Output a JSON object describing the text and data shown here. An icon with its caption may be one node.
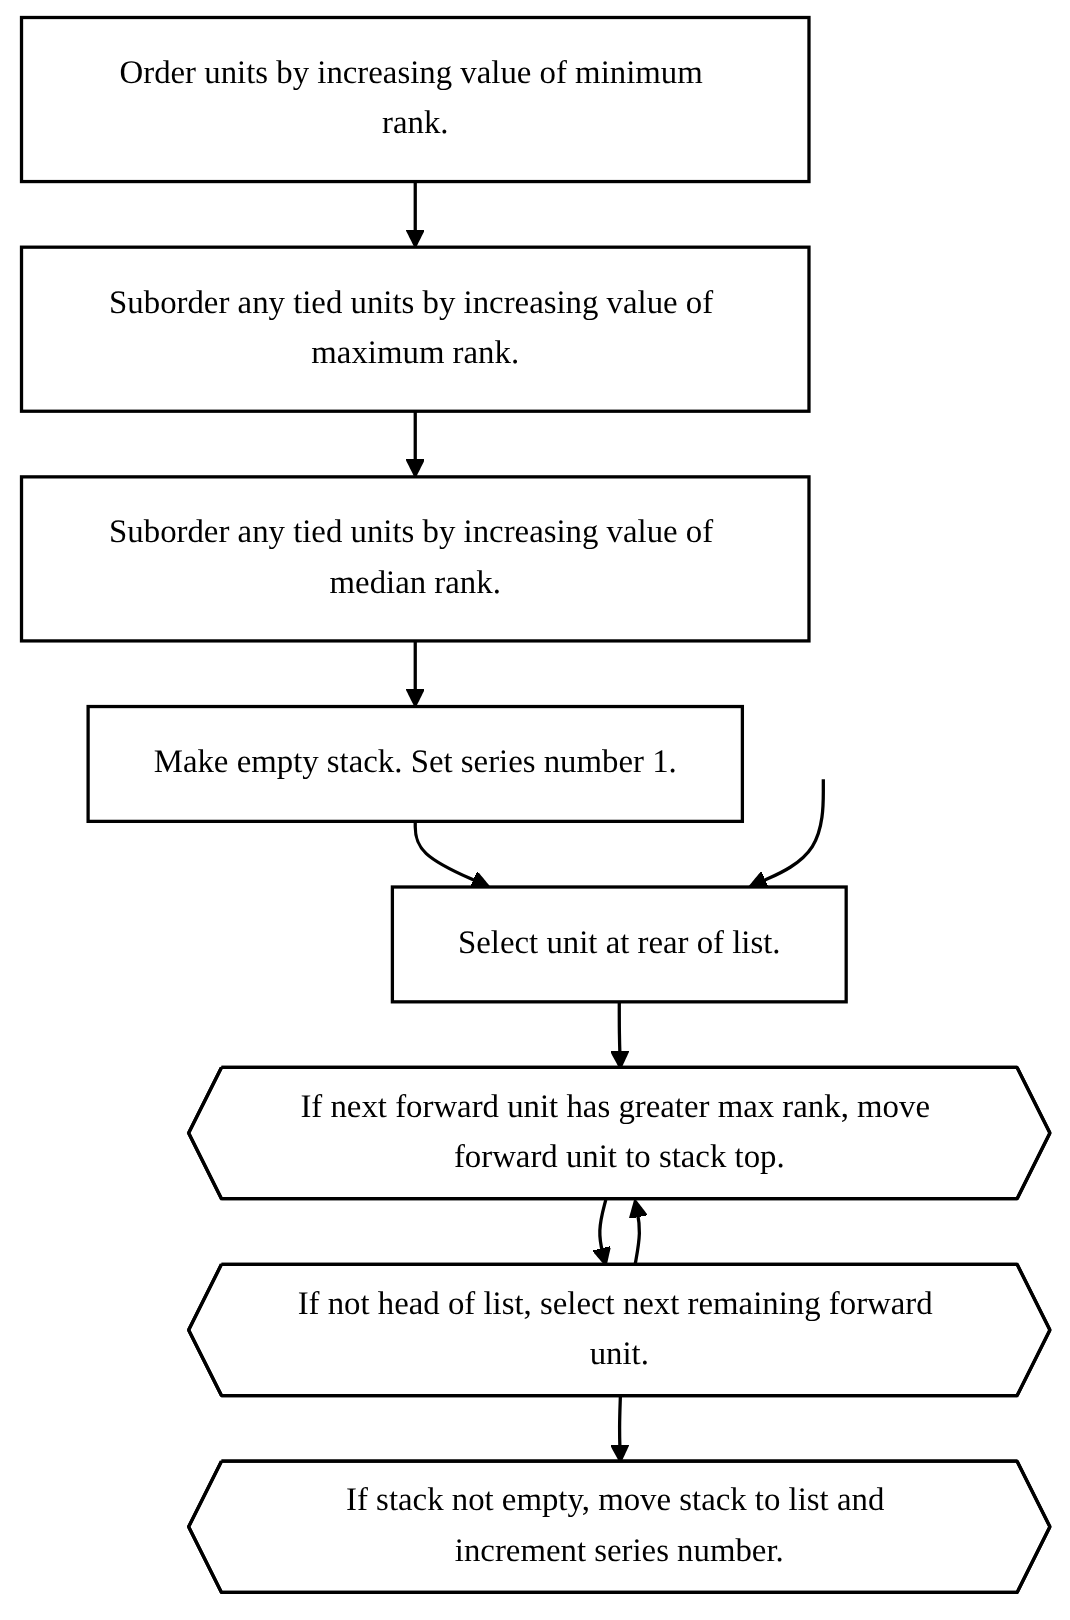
{
  "diagram": {
    "nodes": [
      {
        "text": [
          "Order units by increasing value of minimum rank."
        ]
      },
      {
        "text": [
          "Suborder any tied units by increasing value of maximum rank."
        ]
      },
      {
        "text": [
          "Suborder any tied units by increasing value of median rank."
        ]
      },
      {
        "text": [
          "Make empty stack. Set series number 1."
        ]
      },
      {
        "text": [
          "Select unit at rear of list."
        ]
      },
      {
        "text": [
          "If next forward unit has greater max rank, move forward unit to stack top."
        ]
      },
      {
        "text": [
          "If not head of list, select next remaining forward unit."
        ]
      },
      {
        "text": [
          "If stack not empty, move stack to list and increment series number."
        ]
      }
    ],
    "edges": [
      {
        "from": 0,
        "to": 1,
        "arrow": "to"
      },
      {
        "from": 1,
        "to": 2,
        "arrow": "to"
      },
      {
        "from": 2,
        "to": 3,
        "arrow": "to"
      },
      {
        "from": 3,
        "to": 4,
        "arrow": "to"
      },
      {
        "from": 4,
        "to": 5,
        "arrow": "to"
      },
      {
        "from": 5,
        "to": 6,
        "arrow": "to"
      },
      {
        "from": 6,
        "to": 5,
        "arrow": "to"
      },
      {
        "from": 6,
        "to": 7,
        "arrow": "to"
      },
      {
        "from": null,
        "to": 4,
        "arrow": "to"
      }
    ]
  }
}
